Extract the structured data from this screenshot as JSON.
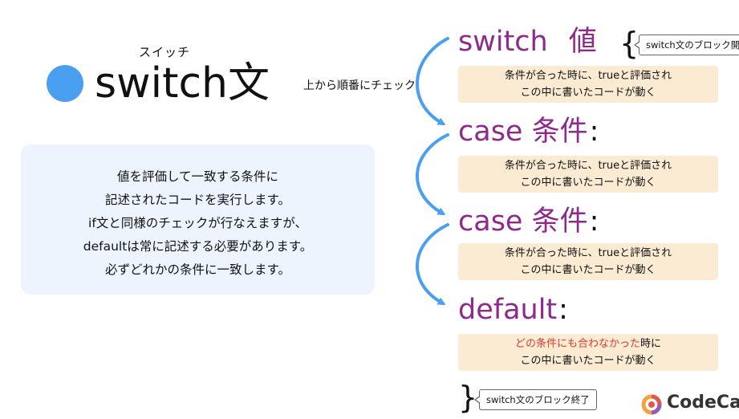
{
  "title": {
    "ruby": "スイッチ",
    "main": "switch文"
  },
  "description": {
    "lines": [
      "値を評価して一致する条件に",
      "記述されたコードを実行します。",
      "if文と同様のチェックが行なえますが、",
      "defaultは常に記述する必要があります。",
      "必ずどれかの条件に一致します。"
    ]
  },
  "flow_label": "上から順番にチェック",
  "switch_block": {
    "keyword": "switch",
    "value": "値",
    "open_brace": "{",
    "start_callout": "switch文のブロック開始",
    "note_lines": [
      "条件が合った時に、trueと評価され",
      "この中に書いたコードが動く"
    ]
  },
  "cases": [
    {
      "keyword": "case 条件",
      "colon": ":",
      "note_lines": [
        "条件が合った時に、trueと評価され",
        "この中に書いたコードが動く"
      ]
    },
    {
      "keyword": "case 条件",
      "colon": ":",
      "note_lines": [
        "条件が合った時に、trueと評価され",
        "この中に書いたコードが動く"
      ]
    }
  ],
  "default_block": {
    "keyword": "default",
    "colon": ":",
    "note_highlight": "どの条件にも合わなかった",
    "note_rest": "時に",
    "note_line2": "この中に書いたコードが動く"
  },
  "close": {
    "brace": "}",
    "end_callout": "switch文のブロック終了"
  },
  "logo": {
    "text": "CodeCamp"
  },
  "colors": {
    "keyword": "#8e2a8c",
    "bullet": "#4a9ff0",
    "arrow": "#4a9ff0",
    "note_bg": "#fcebd3",
    "desc_bg": "#edf4fd",
    "highlight": "#e03a2e"
  }
}
